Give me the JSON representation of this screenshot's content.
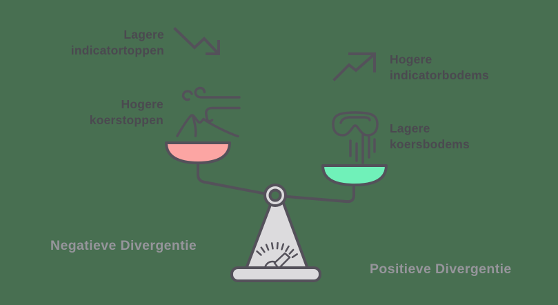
{
  "colors": {
    "bg": "#486F51",
    "stroke": "#54515A",
    "left_pan": "#FCA5A3",
    "right_pan": "#70F1B9",
    "scale_body": "#DCDBDD",
    "label_dark": "#4B4950",
    "label_gray": "#96959B"
  },
  "annotations": {
    "top_left": [
      "Lagere",
      "indicatortoppen"
    ],
    "mid_left": [
      "Hogere",
      "koerstoppen"
    ],
    "top_right": [
      "Hogere",
      "indicatorbodems"
    ],
    "mid_right": [
      "Lagere",
      "koersbodems"
    ]
  },
  "captions": {
    "left": "Negatieve Divergentie",
    "right": "Positieve Divergentie"
  },
  "icons": {
    "top_left": "trend-down-arrow-icon",
    "mid_left": "mountain-wind-icon",
    "top_right": "trend-up-arrow-icon",
    "mid_right": "valley-rain-icon",
    "center": "balance-scale"
  }
}
